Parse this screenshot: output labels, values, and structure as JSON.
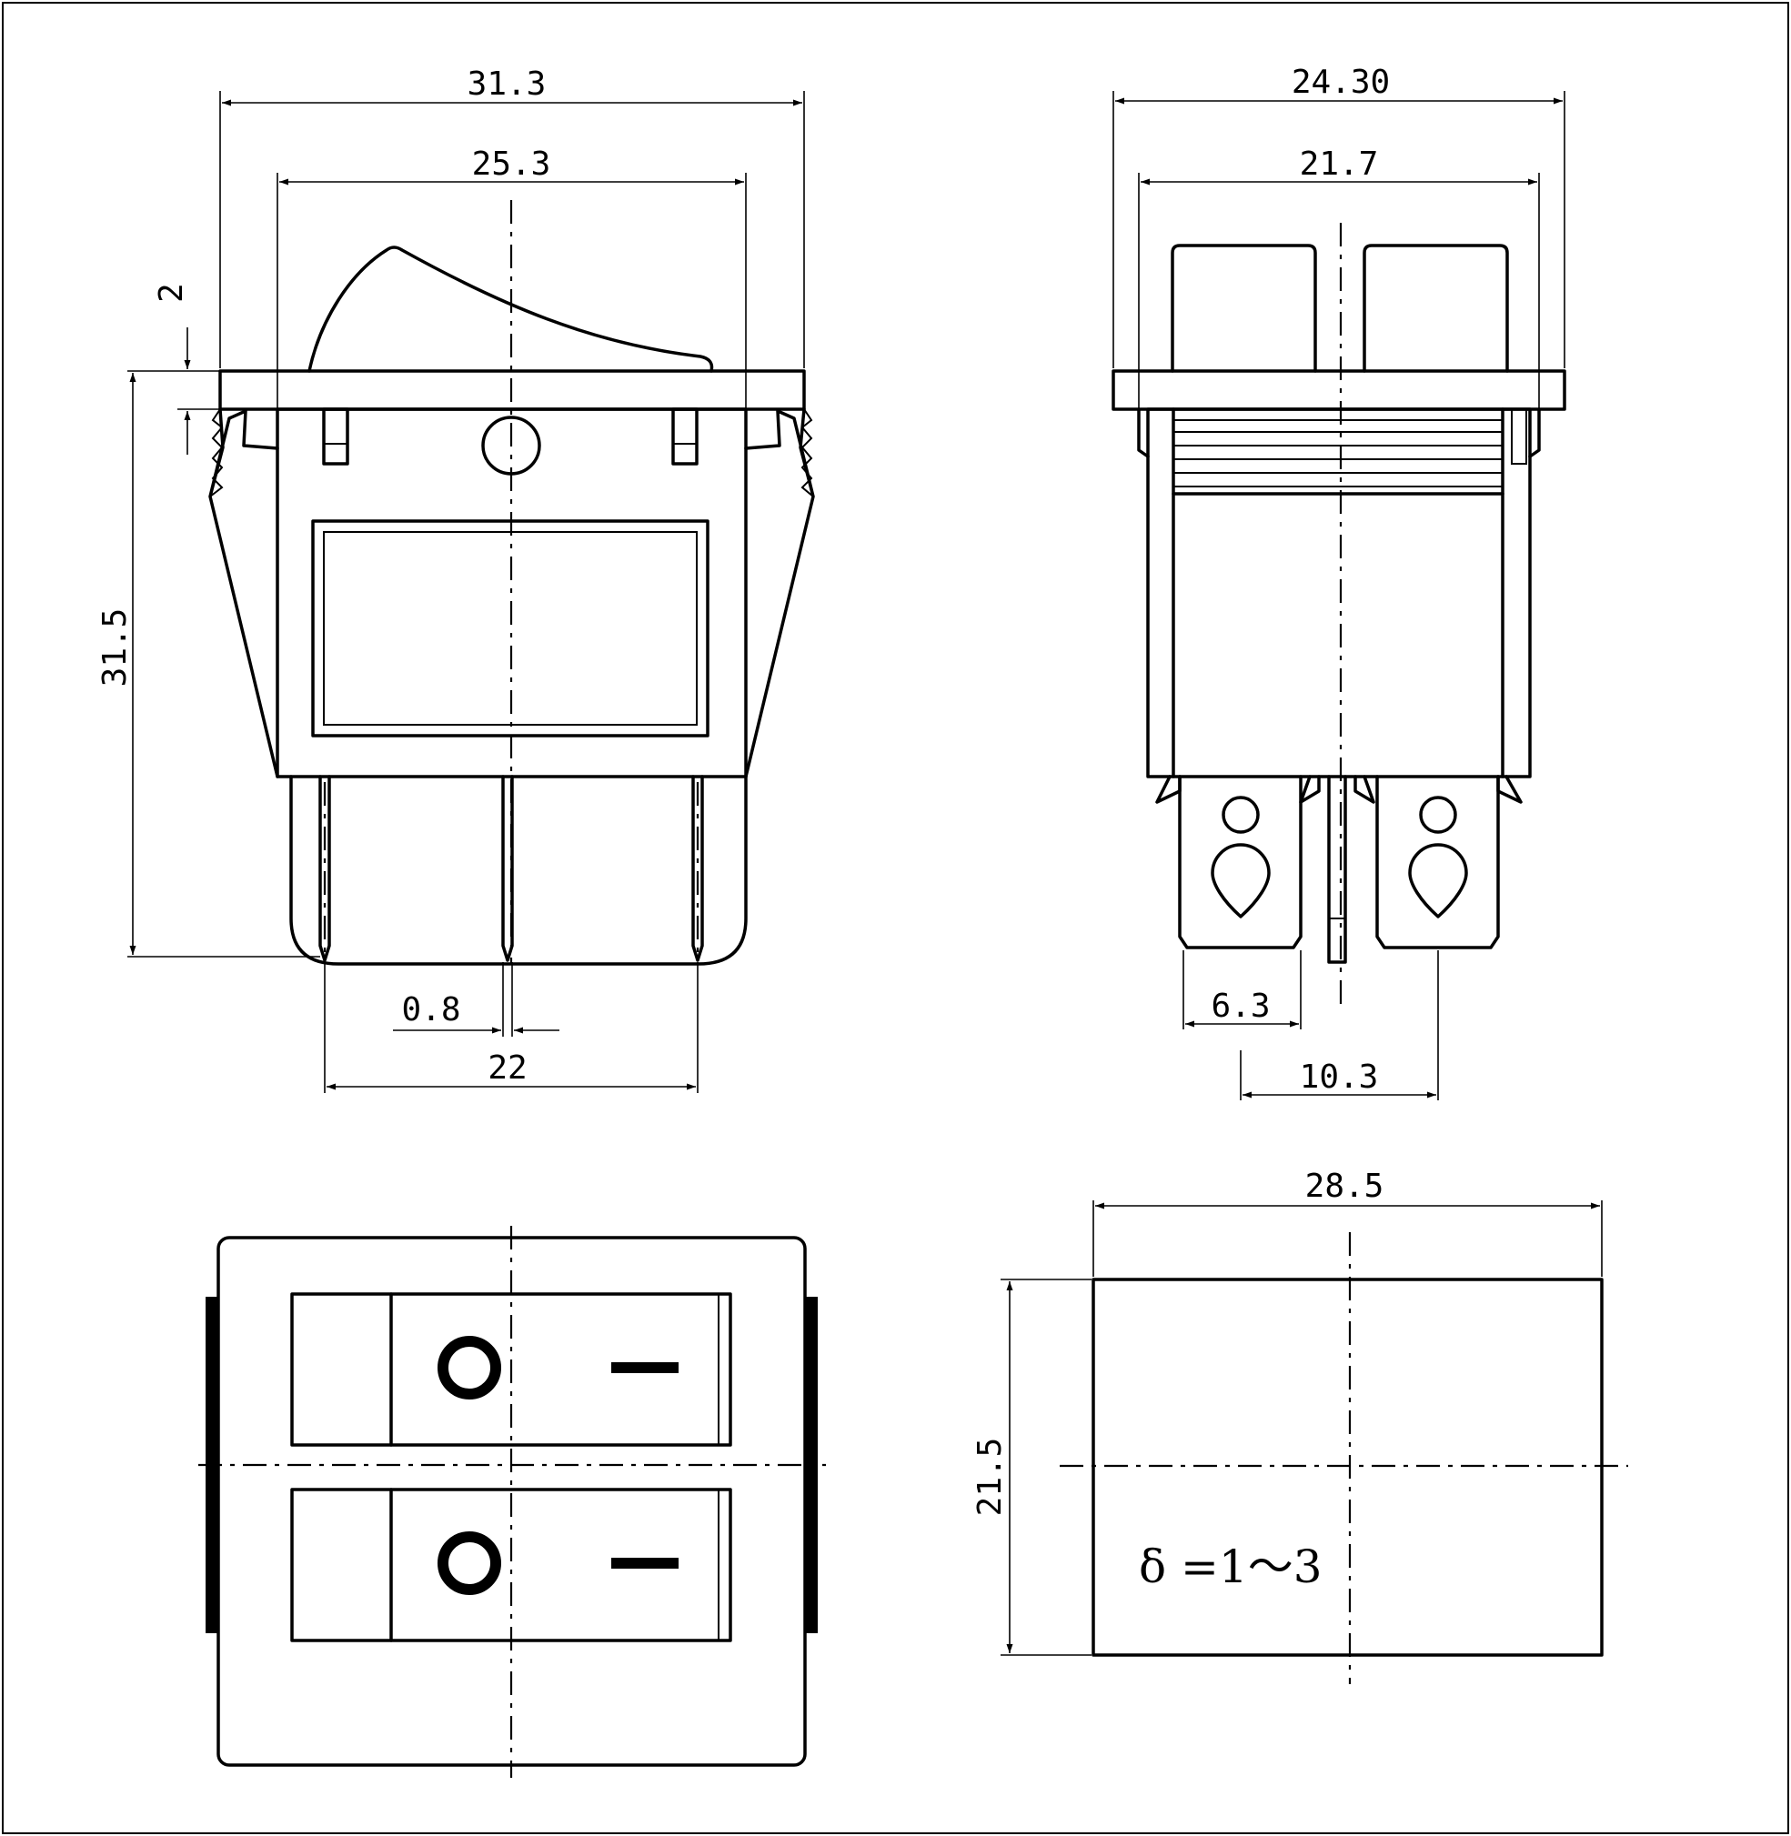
{
  "diagram": {
    "front_view": {
      "overall_width": "31.3",
      "body_width": "25.3",
      "flange_thickness": "2",
      "overall_height": "31.5",
      "terminal_thickness": "0.8",
      "terminal_pitch": "22"
    },
    "side_view": {
      "flange_width": "24.30",
      "body_width": "21.7",
      "terminal_width": "6.3",
      "terminal_spacing": "10.3"
    },
    "panel_cutout": {
      "width": "28.5",
      "height": "21.5",
      "panel_thickness_note": "δ =1～3"
    }
  }
}
